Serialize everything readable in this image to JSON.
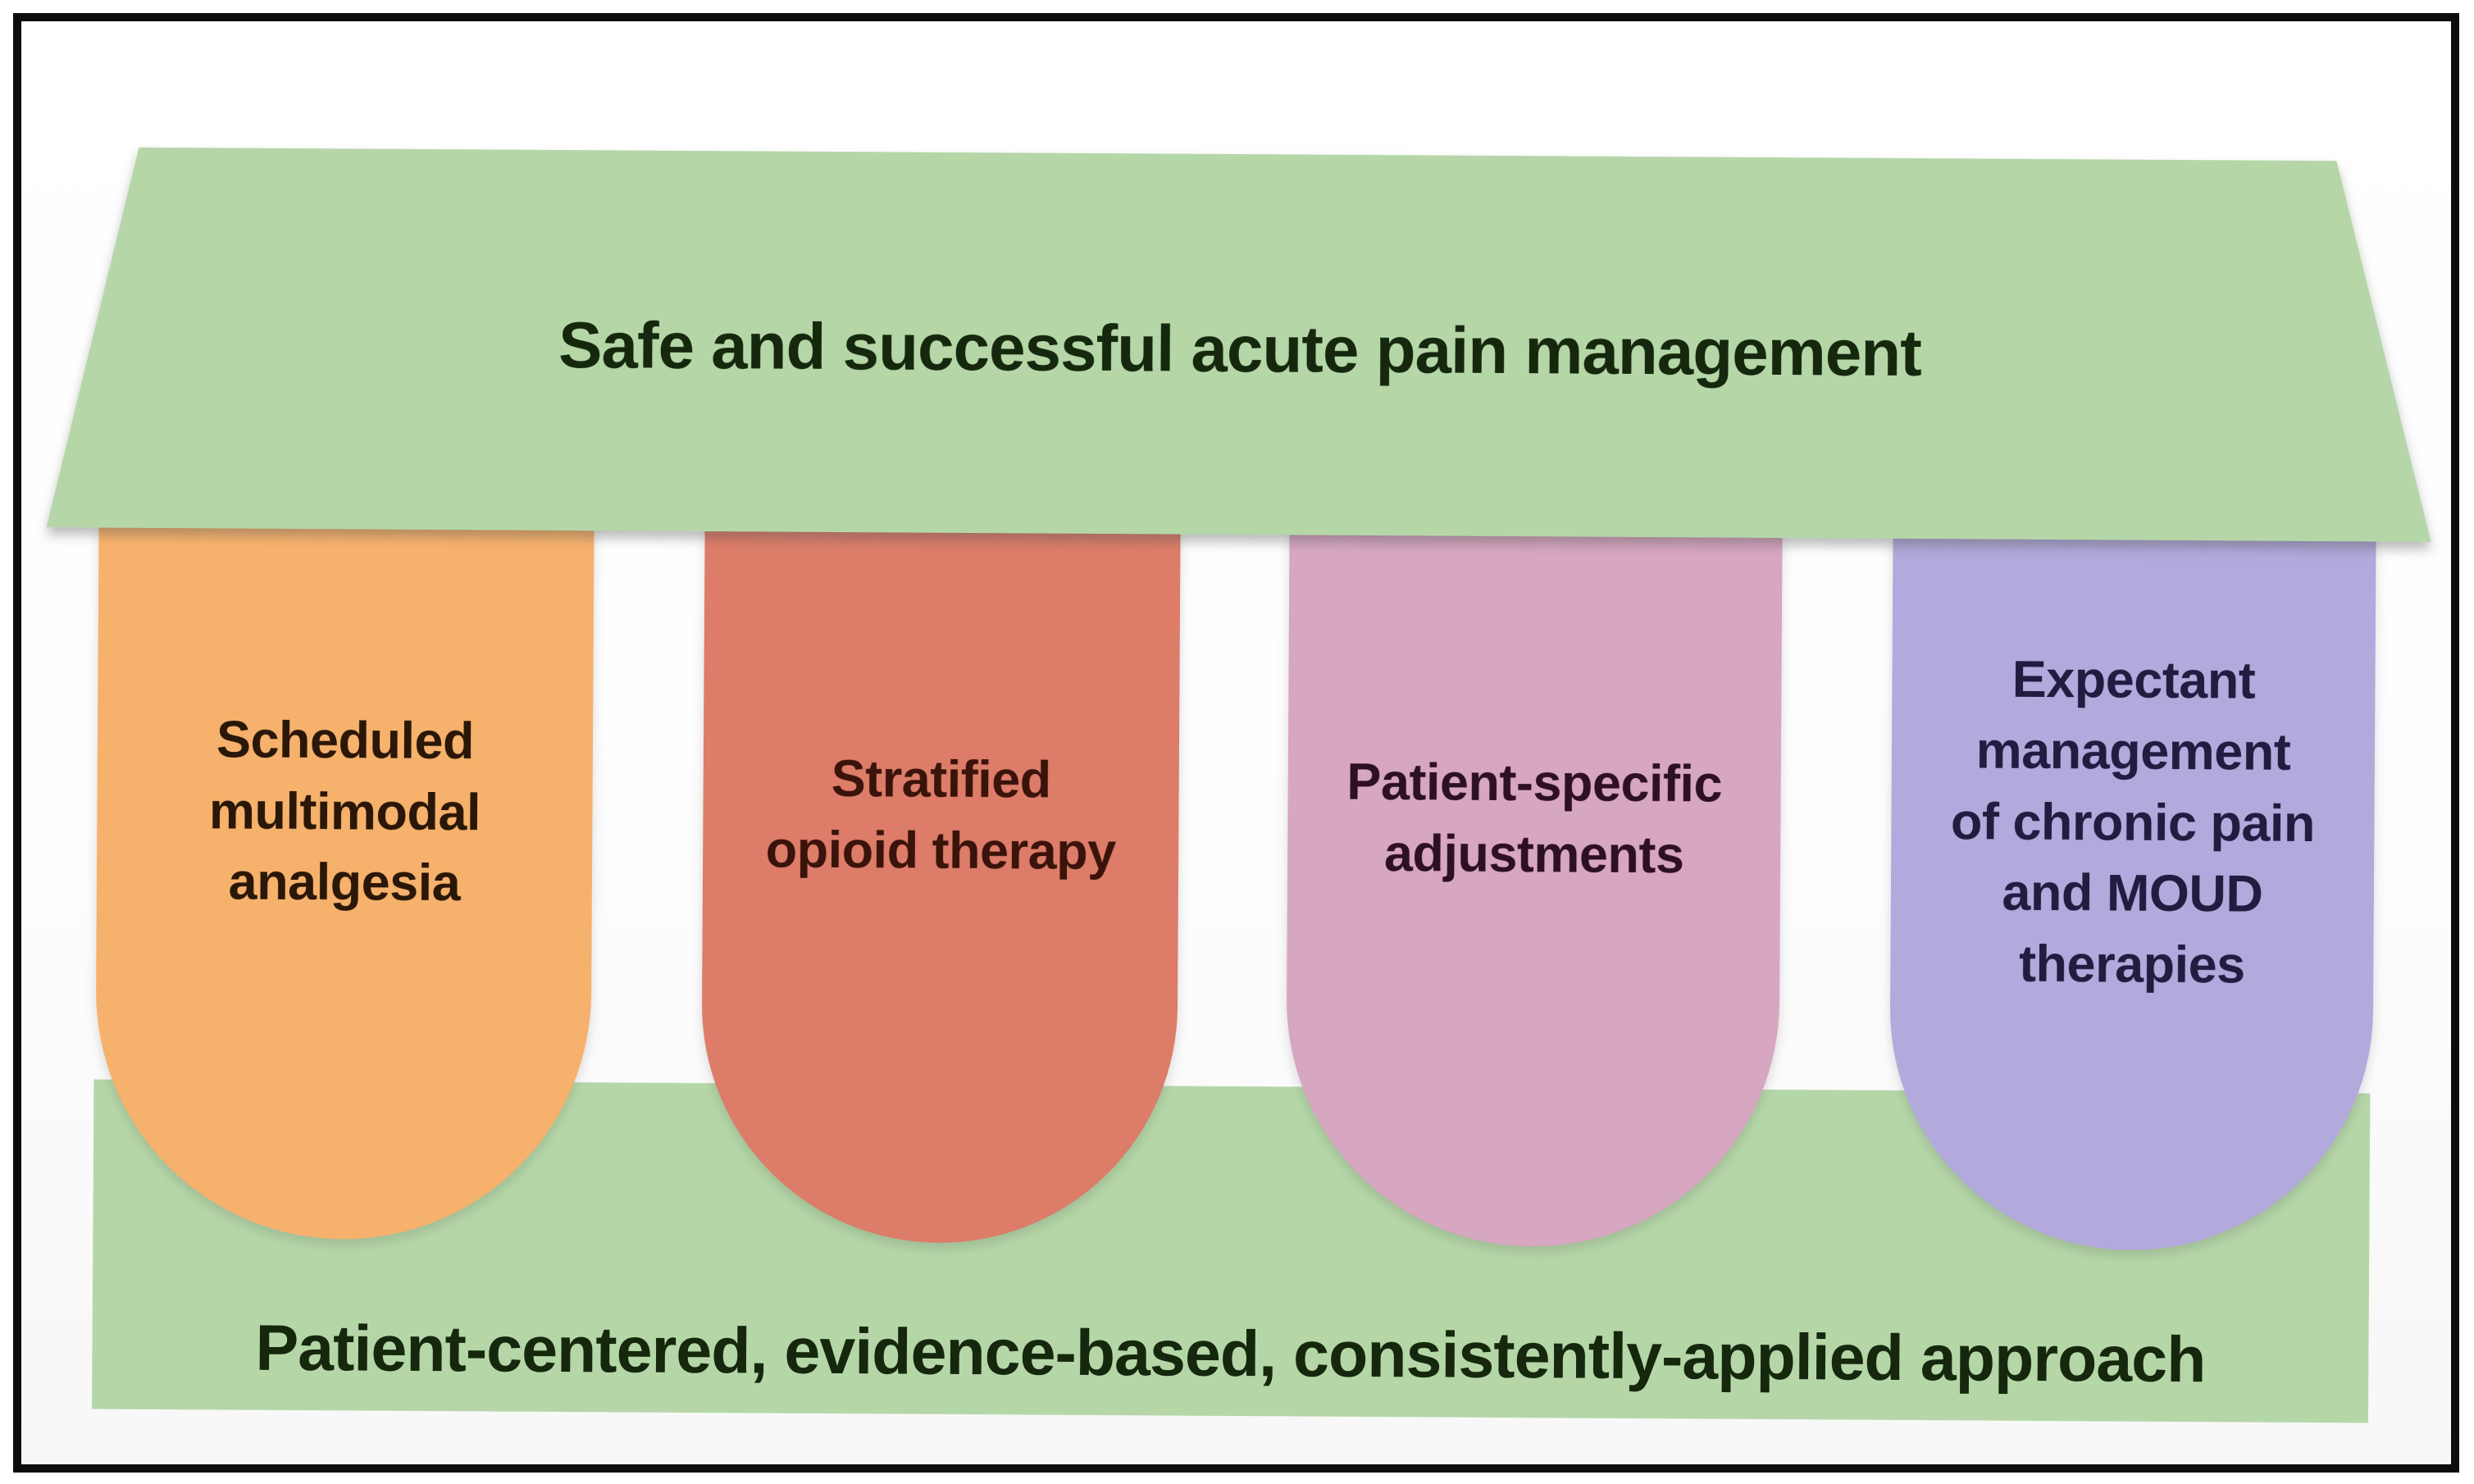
{
  "figure_type": "temple-pillar-diagram",
  "roof": {
    "label": "Safe and successful acute pain management",
    "fill": "#b5d7a8",
    "text_color": "#15280d"
  },
  "pillars": [
    {
      "id": "scheduled-multimodal-analgesia",
      "label": "Scheduled multimodal analgesia",
      "lines": [
        "Scheduled",
        "multimodal",
        "analgesia"
      ],
      "fill": "#f6b16c",
      "text_color": "#2a1708"
    },
    {
      "id": "stratified-opioid-therapy",
      "label": "Stratified opioid therapy",
      "lines": [
        "Stratified",
        "opioid therapy"
      ],
      "fill": "#dc7c69",
      "text_color": "#3a130a"
    },
    {
      "id": "patient-specific-adjustments",
      "label": "Patient-specific adjustments",
      "lines": [
        "Patient-specific",
        "adjustments"
      ],
      "fill": "#d7a6c0",
      "text_color": "#2d1021"
    },
    {
      "id": "expectant-management-moud",
      "label": "Expectant management of chronic pain and MOUD therapies",
      "lines": [
        "Expectant",
        "management",
        "of chronic pain",
        "and MOUD",
        "therapies"
      ],
      "fill": "#b2a9dc",
      "text_color": "#211c40"
    }
  ],
  "base": {
    "label": "Patient-centered, evidence-based, consistently-applied approach",
    "fill": "#b5d7a8",
    "text_color": "#15280d"
  }
}
